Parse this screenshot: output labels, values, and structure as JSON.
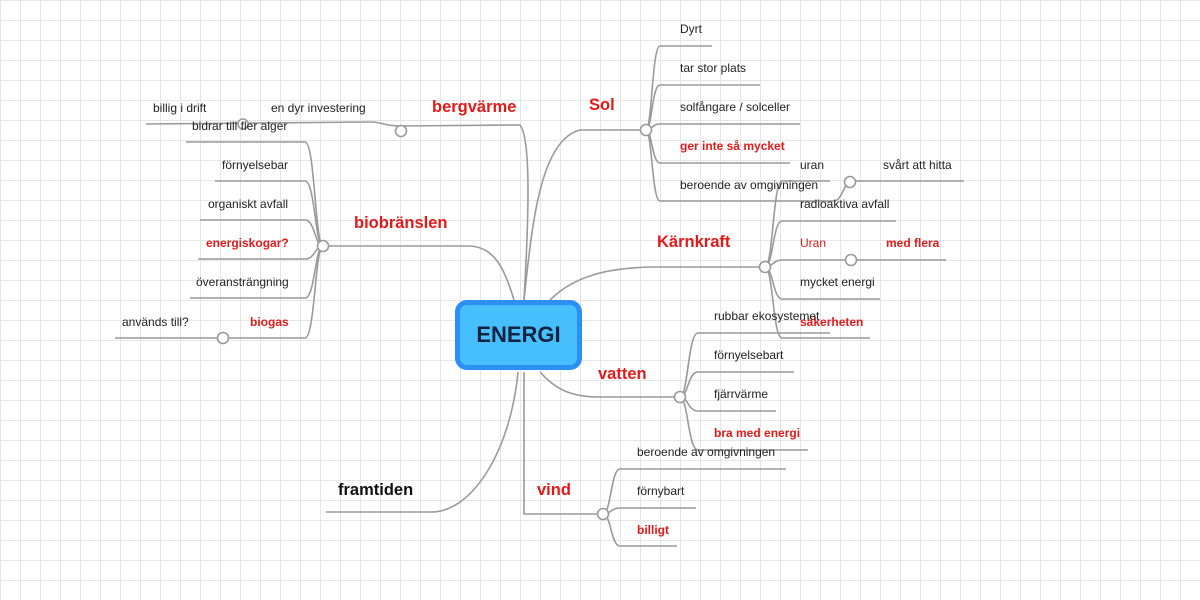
{
  "center": {
    "label": "ENERGI"
  },
  "branches": {
    "bergvarme": {
      "label": "bergvärme",
      "leaves": [
        "en dyr investering",
        "billig i drift"
      ]
    },
    "sol": {
      "label": "Sol",
      "leaves": [
        "Dyrt",
        "tar stor plats",
        "solfångare / solceller",
        "ger inte så mycket",
        "beroende av omgivningen"
      ],
      "sub": "svårt att hitta"
    },
    "biobransle": {
      "label": "biobränslen",
      "leaves": [
        "bidrar till fler alger",
        "förnyelsebar",
        "organiskt avfall",
        "energiskogar?",
        "överansträngning",
        "biogas"
      ],
      "sub": "används till?"
    },
    "karnkraft": {
      "label": "Kärnkraft",
      "leaves": [
        "uran",
        "radioaktiva avfall",
        "Uran",
        "mycket energi",
        "säkerheten"
      ],
      "sub": "med flera"
    },
    "vatten": {
      "label": "vatten",
      "leaves": [
        "rubbar ekosystemet",
        "förnyelsebart",
        "fjärrvärme",
        "bra med energi"
      ]
    },
    "vind": {
      "label": "vind",
      "leaves": [
        "beroende av omgivningen",
        "förnybart",
        "billigt"
      ]
    },
    "framtiden": {
      "label": "framtiden"
    }
  }
}
